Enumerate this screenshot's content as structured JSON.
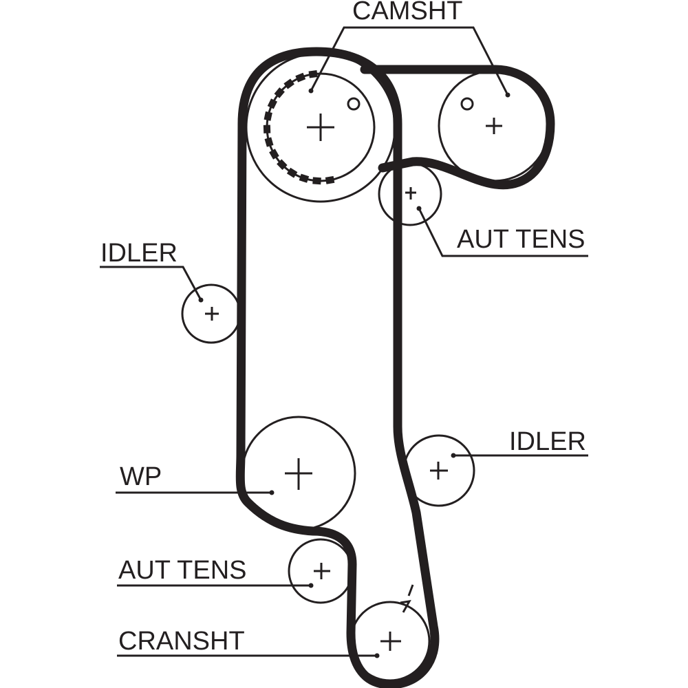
{
  "title": "Timing belt routing diagram",
  "colors": {
    "line": "#231f20",
    "background": "#ffffff"
  },
  "labels": {
    "camshaft": "CAMSHT",
    "idler_left": "IDLER",
    "auto_tensioner_top": "AUT TENS",
    "idler_right": "IDLER",
    "water_pump": "WP",
    "auto_tensioner_bottom": "AUT TENS",
    "crankshaft": "CRANSHT"
  },
  "components": [
    {
      "id": "camshaft-left",
      "type": "camshaft sprocket (toothed)",
      "label_key": "camshaft"
    },
    {
      "id": "camshaft-right",
      "type": "camshaft sprocket",
      "label_key": "camshaft"
    },
    {
      "id": "auto-tensioner-top",
      "type": "automatic tensioner",
      "label_key": "auto_tensioner_top"
    },
    {
      "id": "idler-left",
      "type": "idler pulley",
      "label_key": "idler_left"
    },
    {
      "id": "idler-right",
      "type": "idler pulley",
      "label_key": "idler_right"
    },
    {
      "id": "water-pump",
      "type": "water pump pulley",
      "label_key": "water_pump"
    },
    {
      "id": "auto-tensioner-bottom",
      "type": "automatic tensioner",
      "label_key": "auto_tensioner_bottom"
    },
    {
      "id": "crankshaft",
      "type": "crankshaft sprocket",
      "label_key": "crankshaft"
    }
  ]
}
